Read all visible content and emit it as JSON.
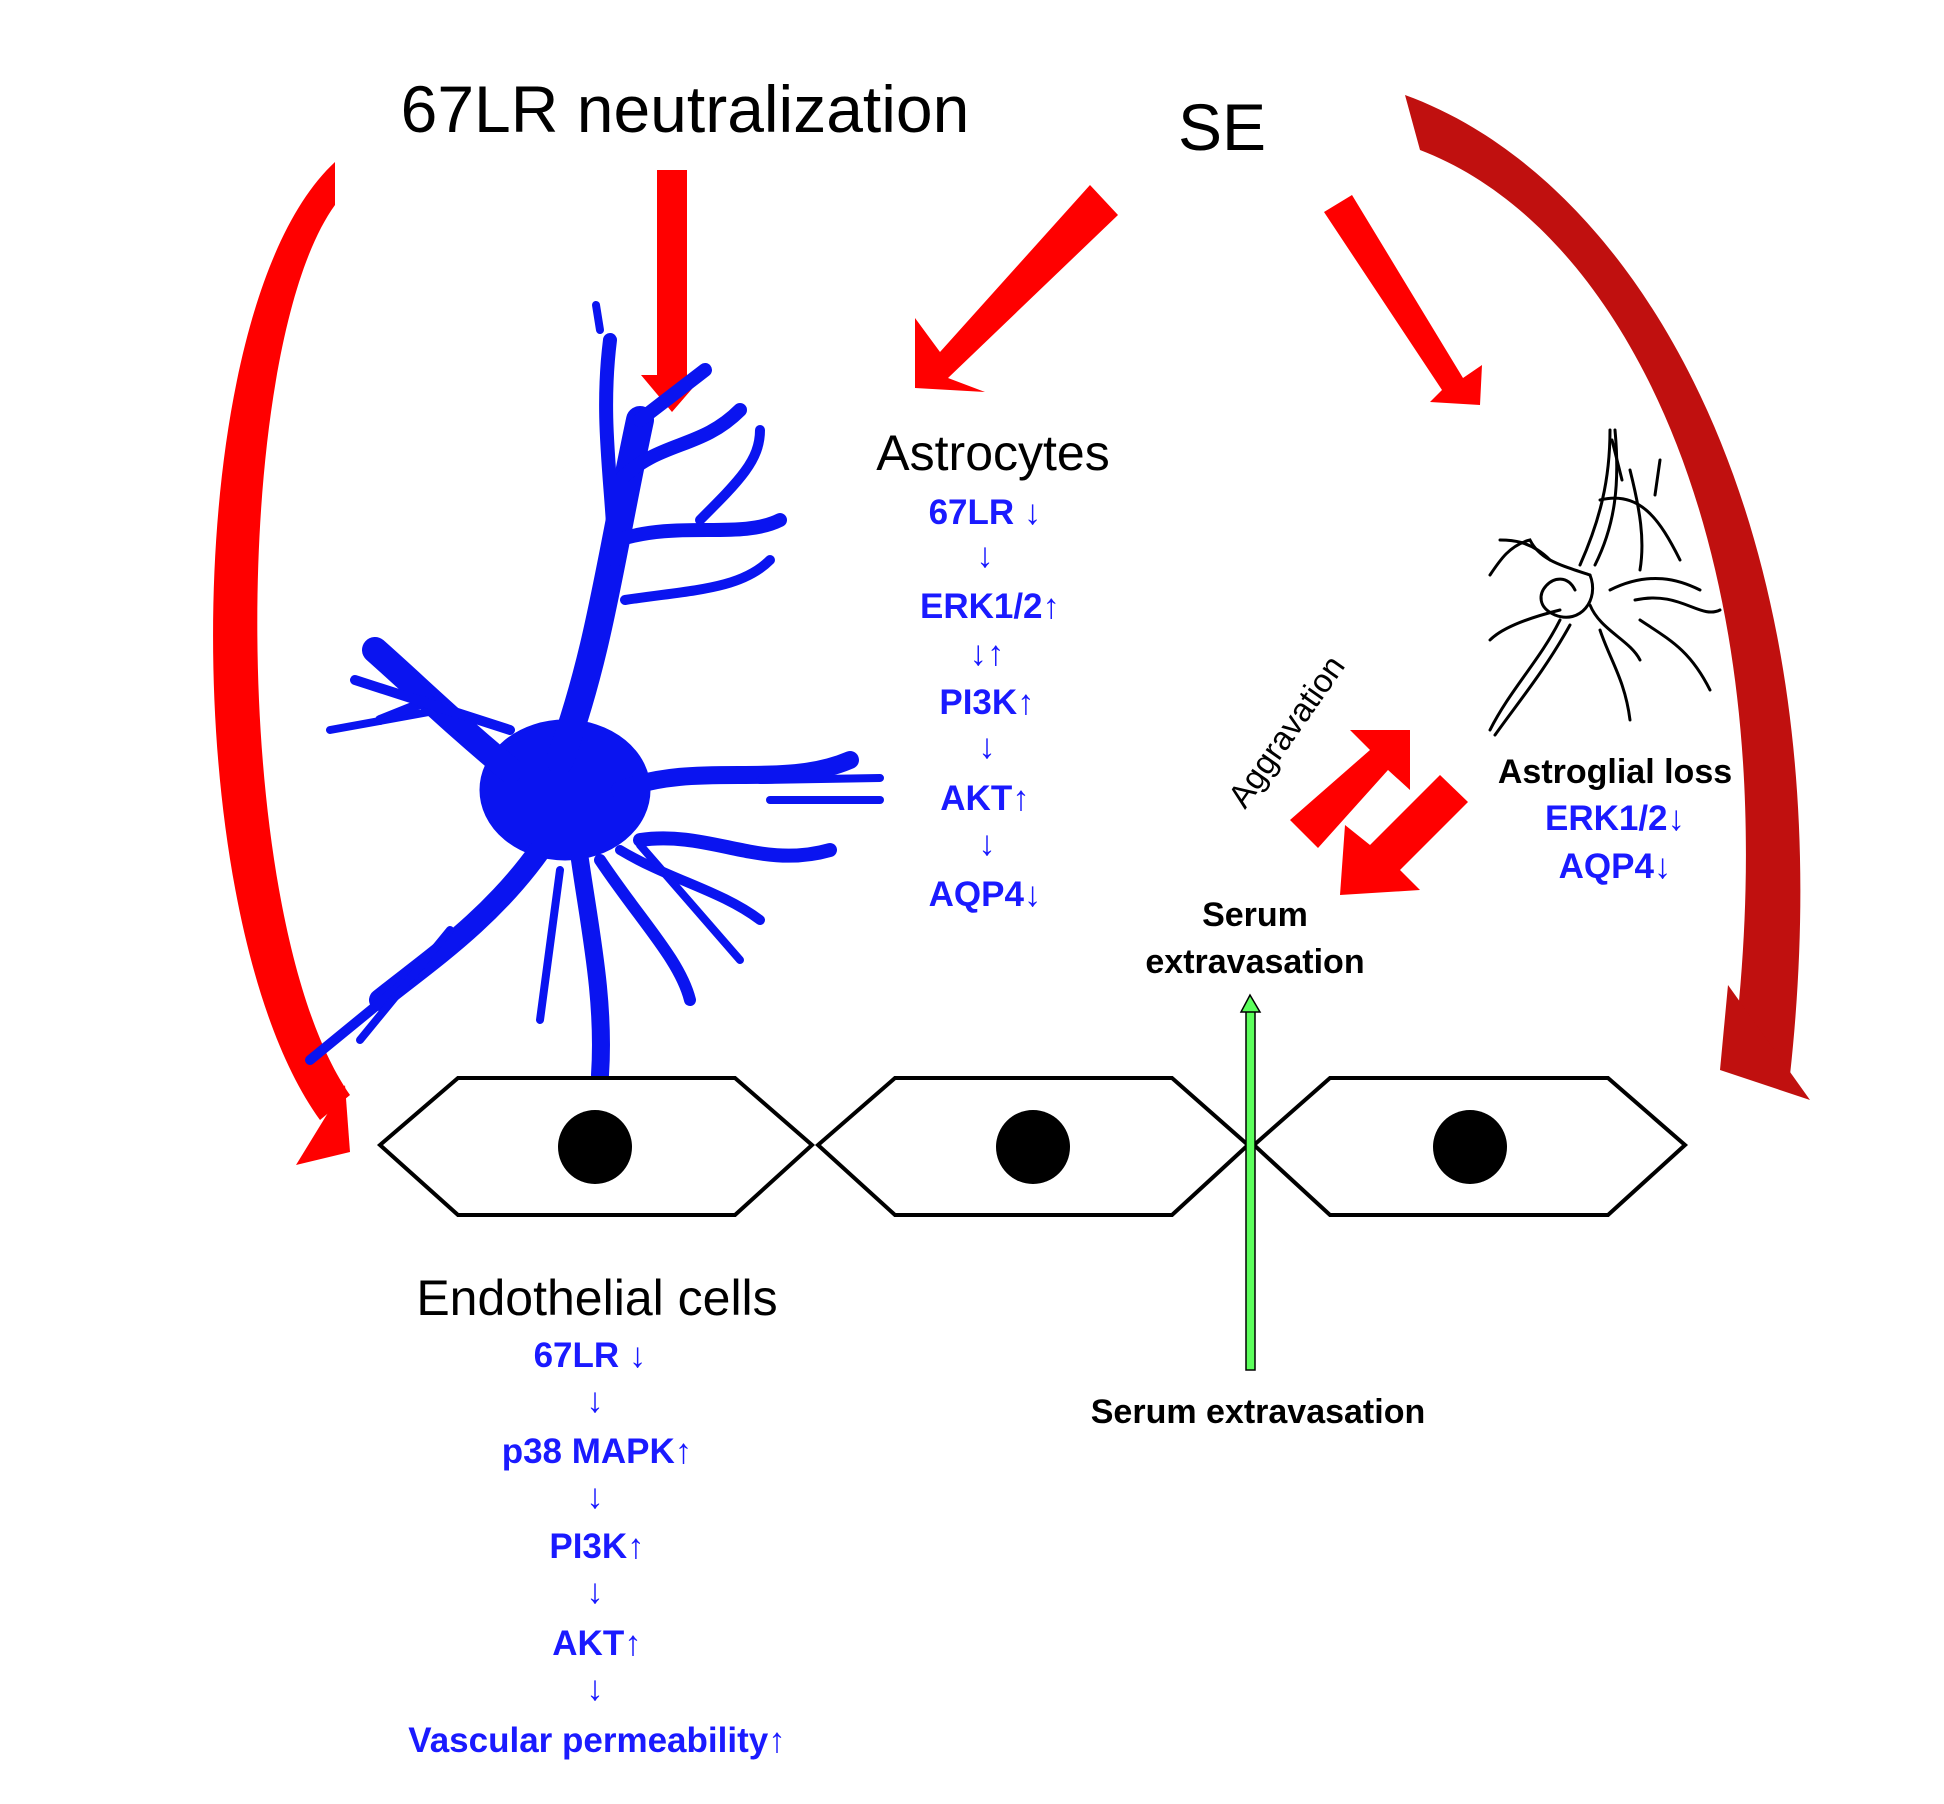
{
  "title_67lr": "67LR neutralization",
  "title_se": "SE",
  "astrocytes": {
    "heading": "Astrocytes",
    "steps": [
      "67LR ↓",
      "↓",
      "ERK1/2↑",
      "↓↑",
      "PI3K↑",
      "↓",
      "AKT↑",
      "↓",
      "AQP4↓"
    ]
  },
  "astroglial": {
    "heading": "Astroglial loss",
    "steps": [
      "ERK1/2↓",
      "AQP4↓"
    ]
  },
  "aggravation": "Aggravation",
  "serum_upper": [
    "Serum",
    "extravasation"
  ],
  "serum_lower": "Serum extravasation",
  "endothelial": {
    "heading": "Endothelial cells",
    "steps": [
      "67LR ↓",
      "↓",
      "p38 MAPK↑",
      "↓",
      "PI3K↑",
      "↓",
      "AKT↑",
      "↓",
      "Vascular permeability↑"
    ]
  },
  "colors": {
    "arrow_red": "#ff0000",
    "arrow_darkred": "#c0100f",
    "pathway_blue": "#1a1aff",
    "astrocyte_blue": "#0a14f0",
    "leak_green": "#5cff5c"
  }
}
